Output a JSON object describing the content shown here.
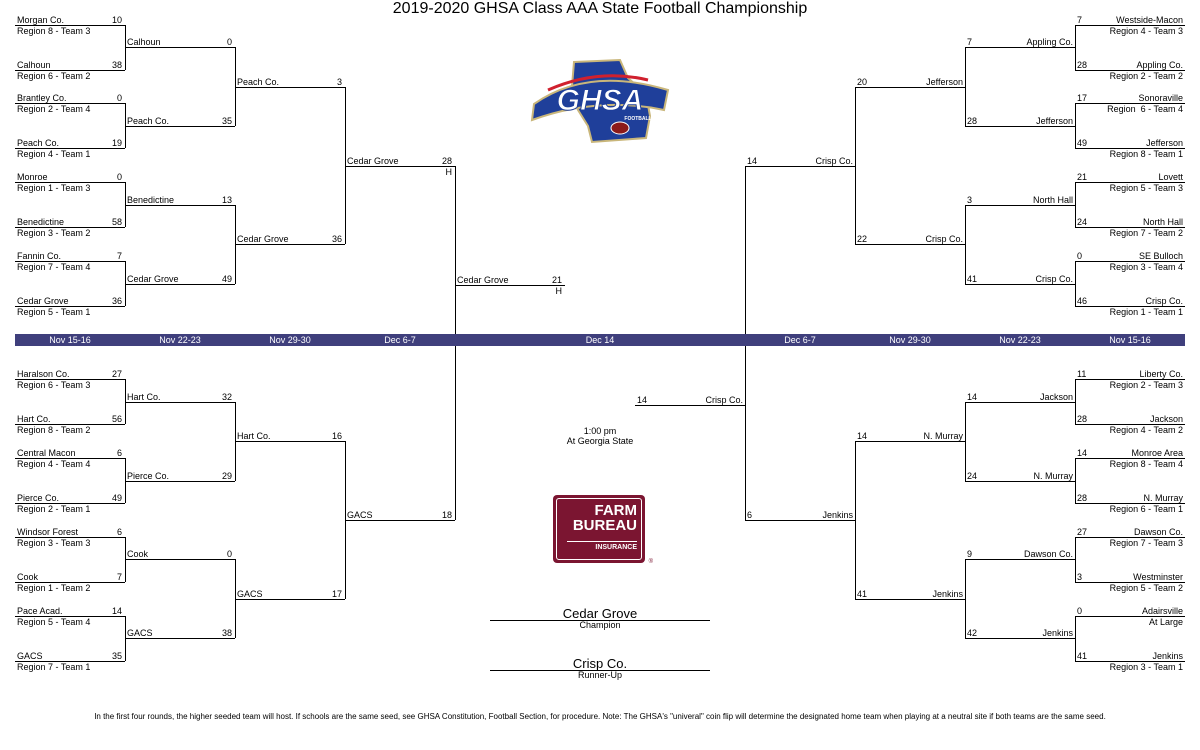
{
  "title": "2019-2020 GHSA Class AAA State Football Championship",
  "colors": {
    "band": "#3f3f7c",
    "farm_bureau": "#7b1531",
    "ghsa_blue": "#1f3f9a",
    "ghsa_red": "#d0202e"
  },
  "dates": {
    "left": [
      "Nov 15-16",
      "Nov 22-23",
      "Nov 29-30",
      "Dec 6-7"
    ],
    "final": "Dec 14",
    "right": [
      "Dec 6-7",
      "Nov 29-30",
      "Nov 22-23",
      "Nov 15-16"
    ]
  },
  "left": {
    "r1": [
      {
        "name": "Morgan Co.",
        "region": "Region 8 - Team 3",
        "score": "10"
      },
      {
        "name": "Calhoun",
        "region": "Region 6 - Team 2",
        "score": "38"
      },
      {
        "name": "Brantley Co.",
        "region": "Region 2 - Team 4",
        "score": "0"
      },
      {
        "name": "Peach Co.",
        "region": "Region 4 - Team 1",
        "score": "19"
      },
      {
        "name": "Monroe",
        "region": "Region 1 - Team 3",
        "score": "0"
      },
      {
        "name": "Benedictine",
        "region": "Region 3 - Team 2",
        "score": "58"
      },
      {
        "name": "Fannin Co.",
        "region": "Region 7 - Team 4",
        "score": "7"
      },
      {
        "name": "Cedar Grove",
        "region": "Region 5 - Team 1",
        "score": "36"
      },
      {
        "name": "Haralson Co.",
        "region": "Region 6 - Team 3",
        "score": "27"
      },
      {
        "name": "Hart Co.",
        "region": "Region 8 - Team 2",
        "score": "56"
      },
      {
        "name": "Central Macon",
        "region": "Region 4 - Team 4",
        "score": "6"
      },
      {
        "name": "Pierce Co.",
        "region": "Region 2 - Team 1",
        "score": "49"
      },
      {
        "name": "Windsor Forest",
        "region": "Region 3 - Team 3",
        "score": "6"
      },
      {
        "name": "Cook",
        "region": "Region 1 - Team 2",
        "score": "7"
      },
      {
        "name": "Pace Acad.",
        "region": "Region 5 - Team 4",
        "score": "14"
      },
      {
        "name": "GACS",
        "region": "Region 7 - Team 1",
        "score": "35"
      }
    ],
    "r2": [
      {
        "name": "Calhoun",
        "score": "0"
      },
      {
        "name": "Peach Co.",
        "score": "35"
      },
      {
        "name": "Benedictine",
        "score": "13"
      },
      {
        "name": "Cedar Grove",
        "score": "49"
      },
      {
        "name": "Hart Co.",
        "score": "32"
      },
      {
        "name": "Pierce Co.",
        "score": "29"
      },
      {
        "name": "Cook",
        "score": "0"
      },
      {
        "name": "GACS",
        "score": "38"
      }
    ],
    "r3": [
      {
        "name": "Peach Co.",
        "score": "3"
      },
      {
        "name": "Cedar Grove",
        "score": "36"
      },
      {
        "name": "Hart Co.",
        "score": "16"
      },
      {
        "name": "GACS",
        "score": "17"
      }
    ],
    "r4": [
      {
        "name": "Cedar Grove",
        "score": "28",
        "home": "H"
      },
      {
        "name": "GACS",
        "score": "18"
      }
    ],
    "semi": {
      "name": "Cedar Grove",
      "score": "21",
      "home": "H"
    }
  },
  "right": {
    "r1": [
      {
        "name": "Westside-Macon",
        "region": "Region 4 - Team 3",
        "score": "7"
      },
      {
        "name": "Appling Co.",
        "region": "Region 2 - Team 2",
        "score": "28"
      },
      {
        "name": "Sonoraville",
        "region": "Region  6 - Team 4",
        "score": "17"
      },
      {
        "name": "Jefferson",
        "region": "Region 8 - Team 1",
        "score": "49"
      },
      {
        "name": "Lovett",
        "region": "Region 5 - Team 3",
        "score": "21"
      },
      {
        "name": "North Hall",
        "region": "Region 7 - Team 2",
        "score": "24"
      },
      {
        "name": "SE Bulloch",
        "region": "Region 3 - Team 4",
        "score": "0"
      },
      {
        "name": "Crisp Co.",
        "region": "Region 1 - Team 1",
        "score": "46"
      },
      {
        "name": "Liberty Co.",
        "region": "Region 2 - Team 3",
        "score": "11"
      },
      {
        "name": "Jackson",
        "region": "Region 4 - Team 2",
        "score": "28"
      },
      {
        "name": "Monroe Area",
        "region": "Region 8 - Team 4",
        "score": "14"
      },
      {
        "name": "N. Murray",
        "region": "Region 6 - Team 1",
        "score": "28"
      },
      {
        "name": "Dawson Co.",
        "region": "Region 7 - Team 3",
        "score": "27"
      },
      {
        "name": "Westminster",
        "region": "Region 5 - Team 2",
        "score": "3"
      },
      {
        "name": "Adairsville",
        "region": "At Large",
        "score": "0"
      },
      {
        "name": "Jenkins",
        "region": "Region 3 - Team 1",
        "score": "41"
      }
    ],
    "r2": [
      {
        "name": "Appling Co.",
        "score": "7"
      },
      {
        "name": "Jefferson",
        "score": "28"
      },
      {
        "name": "North Hall",
        "score": "3"
      },
      {
        "name": "Crisp Co.",
        "score": "41"
      },
      {
        "name": "Jackson",
        "score": "14"
      },
      {
        "name": "N. Murray",
        "score": "24"
      },
      {
        "name": "Dawson Co.",
        "score": "9"
      },
      {
        "name": "Jenkins",
        "score": "42"
      }
    ],
    "r3": [
      {
        "name": "Jefferson",
        "score": "20"
      },
      {
        "name": "Crisp Co.",
        "score": "22"
      },
      {
        "name": "N. Murray",
        "score": "14"
      },
      {
        "name": "Jenkins",
        "score": "41"
      }
    ],
    "r4": [
      {
        "name": "Crisp Co.",
        "score": "14"
      },
      {
        "name": "Jenkins",
        "score": "6"
      }
    ],
    "semi": {
      "name": "Crisp Co.",
      "score": "14"
    }
  },
  "final_info": {
    "time": "1:00 pm",
    "venue": "At Georgia State"
  },
  "champion": {
    "name": "Cedar Grove",
    "label": "Champion"
  },
  "runner_up": {
    "name": "Crisp Co.",
    "label": "Runner-Up"
  },
  "ghsa_logo": {
    "text": "GHSA",
    "sub": "FOOTBALL"
  },
  "farm_bureau_logo": {
    "line1": "FARM",
    "line2": "BUREAU",
    "line3": "INSURANCE",
    "reg": "®"
  },
  "footer": "In the first four rounds, the higher seeded team will host. If schools are the same seed, see GHSA Constitution, Football Section, for procedure. Note: The GHSA's \"univeral\" coin flip will determine the designated home team when playing at a neutral site if both teams are the same seed."
}
